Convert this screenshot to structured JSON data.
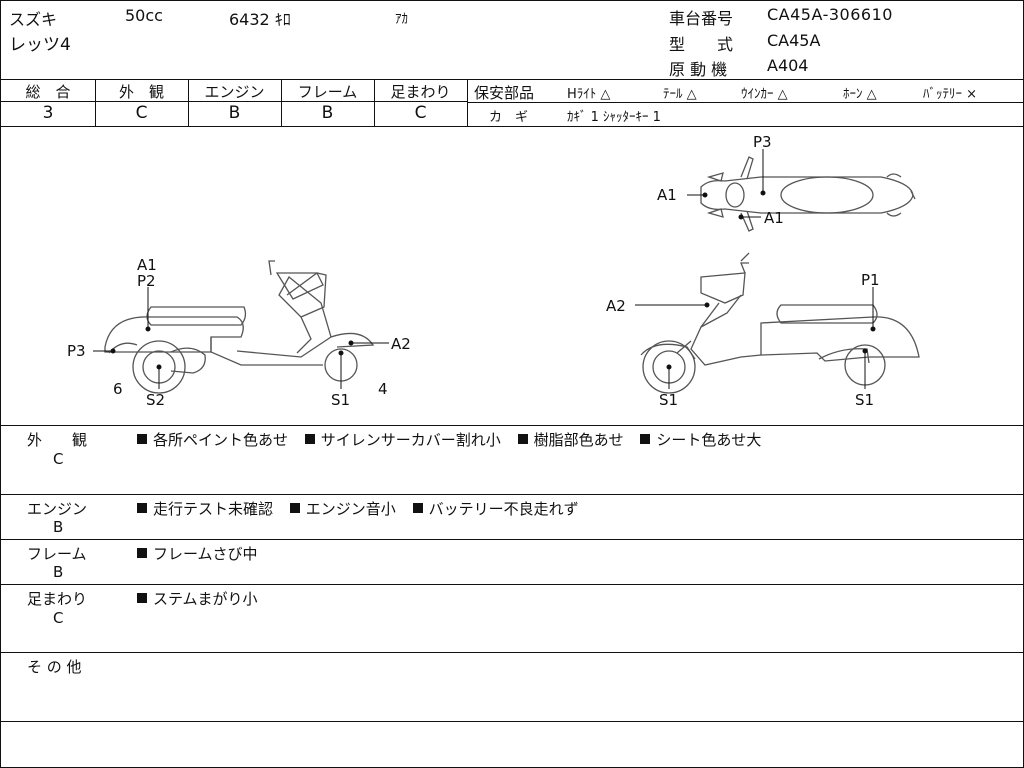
{
  "header": {
    "maker": "スズキ",
    "displacement": "50cc",
    "mileage": "6432 ｷﾛ",
    "color": "ｱｶ",
    "model_name": "レッツ4",
    "frame_no_label": "車台番号",
    "frame_no_value": "CA45A-306610",
    "type_label": "型　　式",
    "type_value": "CA45A",
    "engine_label": "原 動 機",
    "engine_value": "A404"
  },
  "grades": [
    {
      "label": "総　合",
      "value": "3"
    },
    {
      "label": "外　観",
      "value": "C"
    },
    {
      "label": "エンジン",
      "value": "B"
    },
    {
      "label": "フレーム",
      "value": "B"
    },
    {
      "label": "足まわり",
      "value": "C"
    }
  ],
  "safety": {
    "label": "保安部品",
    "items": [
      {
        "name": "Hﾗｲﾄ",
        "mark": "△"
      },
      {
        "name": "ﾃｰﾙ",
        "mark": "△"
      },
      {
        "name": "ｳｲﾝｶｰ",
        "mark": "△"
      },
      {
        "name": "ﾎｰﾝ",
        "mark": "△"
      },
      {
        "name": "ﾊﾞｯﾃﾘｰ",
        "mark": "×"
      }
    ],
    "key_label": "カ　ギ",
    "key_value": "ｶｷﾞ 1 ｼｬｯﾀｰｷｰ 1"
  },
  "diagram_labels": {
    "top_p3": "P3",
    "top_a1_left": "A1",
    "top_a1_right": "A1",
    "left_a1": "A1",
    "left_p2": "P2",
    "left_p3": "P3",
    "left_a2": "A2",
    "left_6": "6",
    "left_s2": "S2",
    "left_s1": "S1",
    "left_4": "4",
    "right_a2": "A2",
    "right_p1": "P1",
    "right_s1_front": "S1",
    "right_s1_rear": "S1"
  },
  "notes": [
    {
      "category": "外　　観",
      "grade": "C",
      "items": [
        "各所ペイント色あせ",
        "サイレンサーカバー割れ小",
        "樹脂部色あせ",
        "シート色あせ大"
      ]
    },
    {
      "category": "エンジン",
      "grade": "B",
      "items": [
        "走行テスト未確認",
        "エンジン音小",
        "バッテリー不良走れず"
      ]
    },
    {
      "category": "フレーム",
      "grade": "B",
      "items": [
        "フレームさび中"
      ]
    },
    {
      "category": "足まわり",
      "grade": "C",
      "items": [
        "ステムまがり小"
      ]
    },
    {
      "category": "そ の 他",
      "grade": "",
      "items": []
    }
  ]
}
